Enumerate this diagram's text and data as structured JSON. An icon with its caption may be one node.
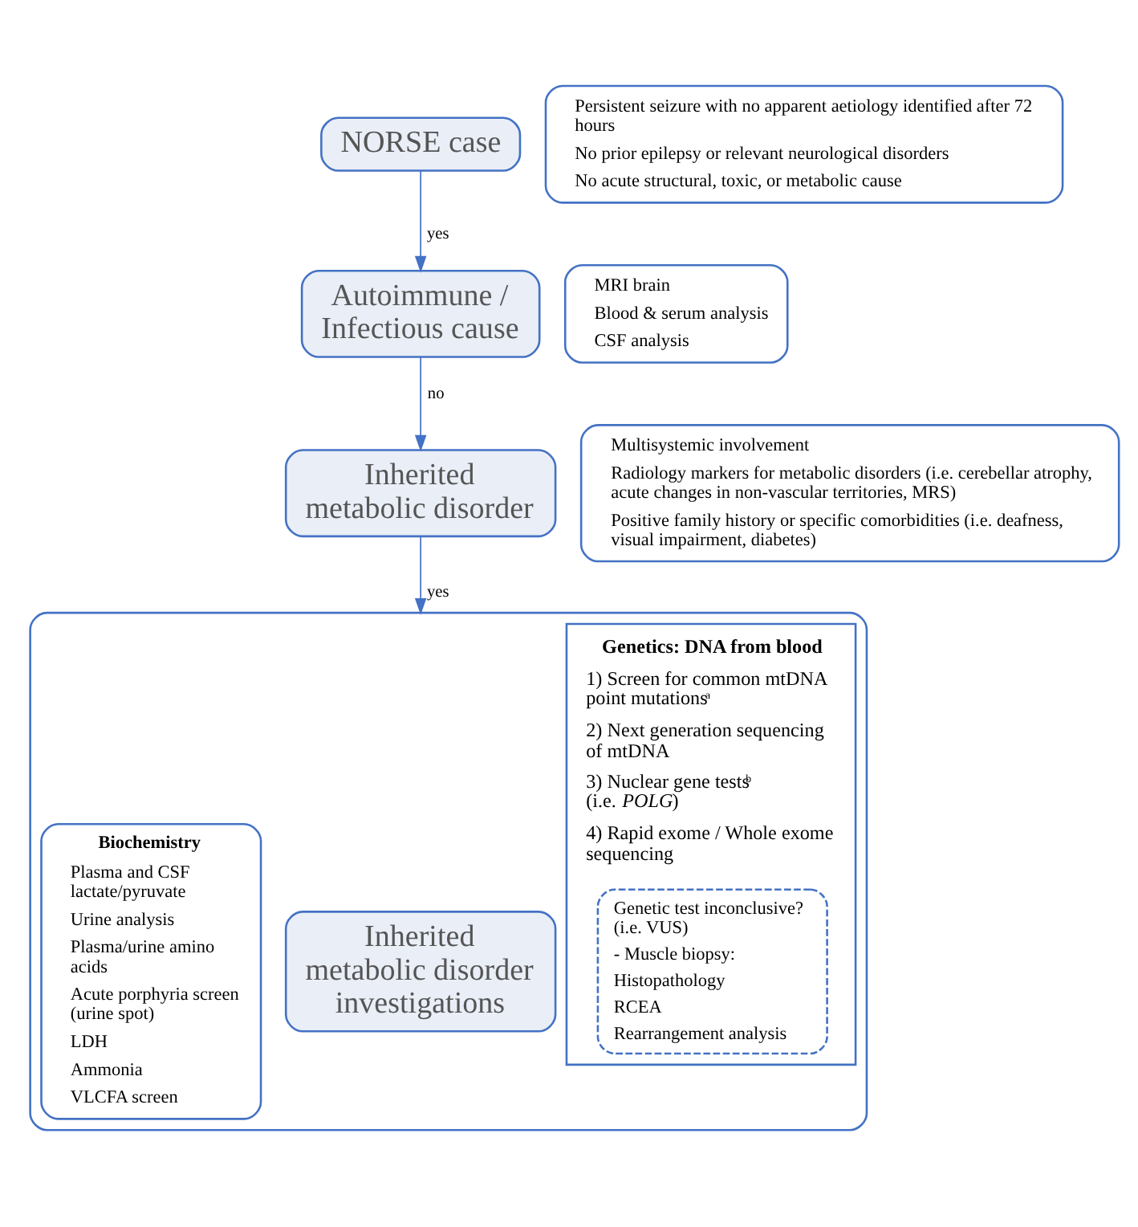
{
  "diagram": {
    "nodes": [
      {
        "text": [
          "NORSE case"
        ]
      },
      {
        "text": [
          "Persistent seizure with no apparent aetiology identified after 72 hours",
          "No prior epilepsy or relevant neurological disorders",
          "No acute structural, toxic, or metabolic cause"
        ]
      },
      {
        "text": [
          "Autoimmune / Infectious cause"
        ]
      },
      {
        "text": [
          "MRI brain",
          "Blood & serum analysis",
          "CSF analysis"
        ]
      },
      {
        "text": [
          "Inherited metabolic disorder"
        ]
      },
      {
        "text": [
          "Multisystemic involvement",
          "Radiology markers for metabolic disorders (i.e. cerebellar atrophy, acute changes in non-vascular territories, MRS)",
          "Positive family history or specific comorbidities (i.e. deafness, visual impairment, diabetes)"
        ]
      },
      {
        "text": [],
        "shape": "box"
      },
      {
        "text": [
          "Inherited metabolic disorder investigations"
        ],
        "in": 6
      },
      {
        "text": [
          "Biochemistry",
          "Plasma and CSF lactate/pyruvate",
          "Urine analysis",
          "Plasma/urine amino acids",
          "Acute porphyria screen (urine spot)",
          "LDH",
          "Ammonia",
          "VLCFA screen"
        ],
        "in": 6
      },
      {
        "text": [
          "Genetics: DNA from blood",
          "1) Screen for common mtDNA point mutations$^{a}$",
          "2) Next generation sequencing of mtDNA",
          "3) Nuclear gene tests$^{b}$ (i.e. *POLG*)",
          "4) Rapid exome / Whole exome sequencing"
        ],
        "in": 6
      },
      {
        "text": [
          "Genetic test inconclusive? (i.e. VUS)",
          "- Muscle biopsy:",
          "Histopathology",
          "RCEA",
          "Rearrangement analysis"
        ],
        "in": 9
      }
    ],
    "edges": [
      {
        "from": 0,
        "to": 2,
        "arrow": "to",
        "label": "yes"
      },
      {
        "from": 2,
        "to": 4,
        "arrow": "to",
        "label": "no"
      },
      {
        "from": 4,
        "to": 6,
        "arrow": "to",
        "label": "yes"
      }
    ]
  }
}
